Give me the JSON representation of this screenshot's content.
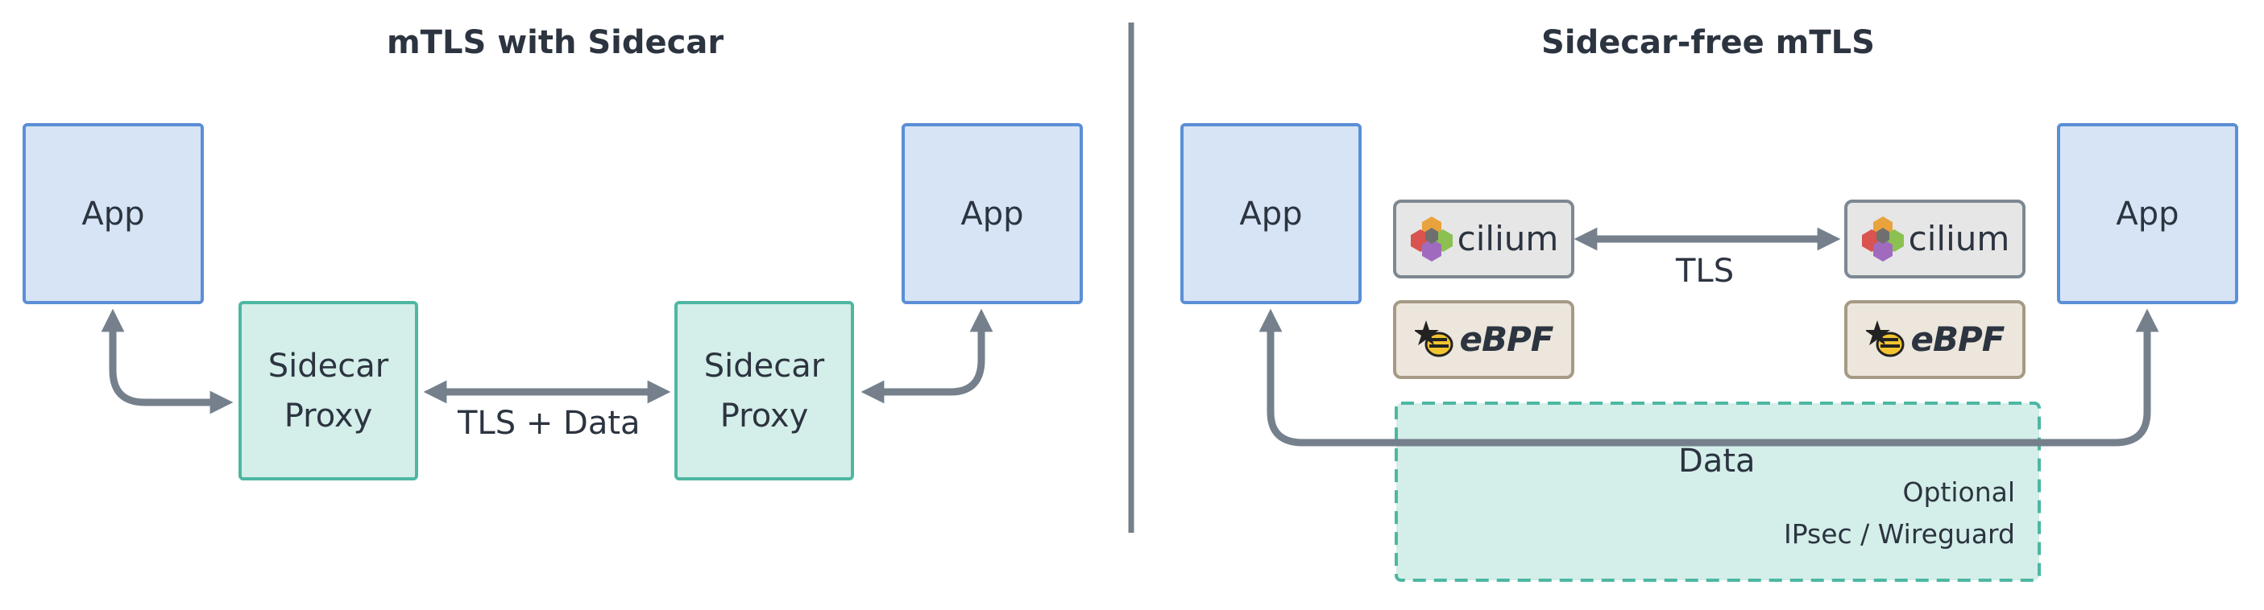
{
  "left": {
    "title": "mTLS with Sidecar",
    "app_left": "App",
    "app_right": "App",
    "proxy_left": "Sidecar\nProxy",
    "proxy_right": "Sidecar\nProxy",
    "link_label": "TLS + Data"
  },
  "right": {
    "title": "Sidecar-free mTLS",
    "app_left": "App",
    "app_right": "App",
    "cilium_label": "cilium",
    "ebpf_label": "eBPF",
    "tls_label": "TLS",
    "data_label": "Data",
    "optional_line1": "Optional",
    "optional_line2": "IPsec / Wireguard"
  },
  "colors": {
    "app_fill": "#d6e4f5",
    "app_border": "#5b8fd6",
    "proxy_fill": "#d4eee9",
    "proxy_border": "#4db7a2",
    "arrow": "#75808c",
    "optional_fill": "#d4eee9",
    "optional_border": "#4db7a2"
  },
  "icons": {
    "cilium": "cilium-hexagon-logo-icon",
    "ebpf": "ebpf-bee-logo-icon"
  }
}
